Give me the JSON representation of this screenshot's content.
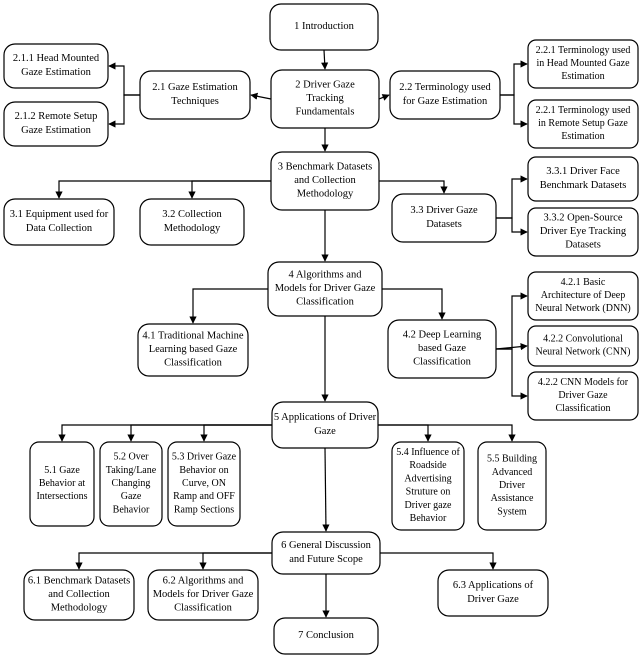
{
  "diagram": {
    "title": "Driver Gaze Survey Paper Organization Flowchart",
    "type": "flowchart",
    "background_color": "#ffffff",
    "line_color": "#000000",
    "box_fill": "#ffffff",
    "nodes": [
      {
        "id": "n1",
        "label": "1 Introduction",
        "lines": [
          "1 Introduction"
        ]
      },
      {
        "id": "n2",
        "label": "2 Driver Gaze Tracking Fundamentals",
        "lines": [
          "2 Driver Gaze",
          "Tracking",
          "Fundamentals"
        ]
      },
      {
        "id": "n21",
        "label": "2.1 Gaze Estimation Techniques",
        "lines": [
          "2.1 Gaze Estimation",
          "Techniques"
        ]
      },
      {
        "id": "n211",
        "label": "2.1.1 Head Mounted Gaze Estimation",
        "lines": [
          "2.1.1 Head Mounted",
          "Gaze Estimation"
        ]
      },
      {
        "id": "n212",
        "label": "2.1.2 Remote Setup Gaze Estimation",
        "lines": [
          "2.1.2 Remote Setup",
          "Gaze Estimation"
        ]
      },
      {
        "id": "n22",
        "label": "2.2 Terminology used for Gaze Estimation",
        "lines": [
          "2.2 Terminology used",
          "for Gaze Estimation"
        ]
      },
      {
        "id": "n221a",
        "label": "2.2.1 Terminology used in Head Mounted Gaze Estimation",
        "lines": [
          "2.2.1 Terminology used",
          "in Head Mounted Gaze",
          "Estimation"
        ]
      },
      {
        "id": "n221b",
        "label": "2.2.1 Terminology used in Remote Setup Gaze Estimation",
        "lines": [
          "2.2.1 Terminology used",
          "in Remote Setup Gaze",
          "Estimation"
        ]
      },
      {
        "id": "n3",
        "label": "3 Benchmark Datasets and Collection Methodology",
        "lines": [
          "3 Benchmark Datasets",
          "and Collection",
          "Methodology"
        ]
      },
      {
        "id": "n31",
        "label": "3.1 Equipment used for Data Collection",
        "lines": [
          "3.1 Equipment used for",
          "Data Collection"
        ]
      },
      {
        "id": "n32",
        "label": "3.2 Collection Methodology",
        "lines": [
          "3.2 Collection",
          "Methodology"
        ]
      },
      {
        "id": "n33",
        "label": "3.3 Driver Gaze Datasets",
        "lines": [
          "3.3 Driver Gaze",
          "Datasets"
        ]
      },
      {
        "id": "n331",
        "label": "3.3.1 Driver Face Benchmark Datasets",
        "lines": [
          "3.3.1 Driver Face",
          "Benchmark Datasets"
        ]
      },
      {
        "id": "n332",
        "label": "3.3.2 Open-Source Driver Eye Tracking Datasets",
        "lines": [
          "3.3.2 Open-Source",
          "Driver Eye Tracking",
          "Datasets"
        ]
      },
      {
        "id": "n4",
        "label": "4 Algorithms and Models for Driver Gaze Classification",
        "lines": [
          "4 Algorithms and",
          "Models for Driver Gaze",
          "Classification"
        ]
      },
      {
        "id": "n41",
        "label": "4.1 Traditional Machine Learning based Gaze Classification",
        "lines": [
          "4.1 Traditional Machine",
          "Learning based Gaze",
          "Classification"
        ]
      },
      {
        "id": "n42",
        "label": "4.2 Deep Learning based Gaze Classification",
        "lines": [
          "4.2 Deep Learning",
          "based Gaze",
          "Classification"
        ]
      },
      {
        "id": "n421",
        "label": "4.2.1  Basic Architecture of Deep Neural Network (DNN)",
        "lines": [
          "4.2.1  Basic",
          "Architecture of Deep",
          "Neural Network (DNN)"
        ]
      },
      {
        "id": "n422a",
        "label": "4.2.2  Convolutional Neural Network (CNN)",
        "lines": [
          "4.2.2  Convolutional",
          "Neural Network (CNN)"
        ]
      },
      {
        "id": "n422b",
        "label": "4.2.2  CNN Models for Driver Gaze Classification",
        "lines": [
          "4.2.2  CNN Models for",
          "Driver Gaze",
          "Classification"
        ]
      },
      {
        "id": "n5",
        "label": "5 Applications of Driver Gaze",
        "lines": [
          "5 Applications of Driver",
          "Gaze"
        ]
      },
      {
        "id": "n51",
        "label": "5.1 Gaze Behavior at Intersections",
        "lines": [
          "5.1 Gaze",
          "Behavior at",
          "Intersections"
        ]
      },
      {
        "id": "n52",
        "label": "5.2 Over Taking/Lane Changing Gaze Behavior",
        "lines": [
          "5.2 Over",
          "Taking/Lane",
          "Changing",
          "Gaze",
          "Behavior"
        ]
      },
      {
        "id": "n53",
        "label": "5.3 Driver Gaze Behavior on Curve, ON Ramp and OFF Ramp Sections",
        "lines": [
          "5.3 Driver Gaze",
          "Behavior on",
          "Curve, ON",
          "Ramp and OFF",
          "Ramp Sections"
        ]
      },
      {
        "id": "n54",
        "label": "5.4 Influence of Roadside Advertising Struture on Driver gaze Behavior",
        "lines": [
          "5.4 Influence of",
          "Roadside",
          "Advertising",
          "Struture on",
          "Driver gaze",
          "Behavior"
        ]
      },
      {
        "id": "n55",
        "label": "5.5 Building Advanced Driver Assistance System",
        "lines": [
          "5.5 Building",
          "Advanced",
          "Driver",
          "Assistance",
          "System"
        ]
      },
      {
        "id": "n6",
        "label": "6 General Discussion and Future Scope",
        "lines": [
          "6 General Discussion",
          "and Future Scope"
        ]
      },
      {
        "id": "n61",
        "label": "6.1 Benchmark Datasets and Collection Methodology",
        "lines": [
          "6.1 Benchmark Datasets",
          "and Collection",
          "Methodology"
        ]
      },
      {
        "id": "n62",
        "label": "6.2 Algorithms and Models for Driver Gaze Classification",
        "lines": [
          "6.2 Algorithms and",
          "Models for Driver Gaze",
          "Classification"
        ]
      },
      {
        "id": "n63",
        "label": "6.3 Applications of Driver Gaze",
        "lines": [
          "6.3 Applications of",
          "Driver Gaze"
        ]
      },
      {
        "id": "n7",
        "label": "7 Conclusion",
        "lines": [
          "7 Conclusion"
        ]
      }
    ],
    "edges": [
      {
        "from": "n1",
        "to": "n2"
      },
      {
        "from": "n2",
        "to": "n21"
      },
      {
        "from": "n2",
        "to": "n22"
      },
      {
        "from": "n21",
        "to": "n211"
      },
      {
        "from": "n21",
        "to": "n212"
      },
      {
        "from": "n22",
        "to": "n221a"
      },
      {
        "from": "n22",
        "to": "n221b"
      },
      {
        "from": "n2",
        "to": "n3"
      },
      {
        "from": "n3",
        "to": "n31"
      },
      {
        "from": "n3",
        "to": "n32"
      },
      {
        "from": "n3",
        "to": "n33"
      },
      {
        "from": "n33",
        "to": "n331"
      },
      {
        "from": "n33",
        "to": "n332"
      },
      {
        "from": "n3",
        "to": "n4"
      },
      {
        "from": "n4",
        "to": "n41"
      },
      {
        "from": "n4",
        "to": "n42"
      },
      {
        "from": "n42",
        "to": "n421"
      },
      {
        "from": "n42",
        "to": "n422a"
      },
      {
        "from": "n42",
        "to": "n422b"
      },
      {
        "from": "n4",
        "to": "n5"
      },
      {
        "from": "n5",
        "to": "n51"
      },
      {
        "from": "n5",
        "to": "n52"
      },
      {
        "from": "n5",
        "to": "n53"
      },
      {
        "from": "n5",
        "to": "n54"
      },
      {
        "from": "n5",
        "to": "n55"
      },
      {
        "from": "n5",
        "to": "n6"
      },
      {
        "from": "n6",
        "to": "n61"
      },
      {
        "from": "n6",
        "to": "n62"
      },
      {
        "from": "n6",
        "to": "n63"
      },
      {
        "from": "n6",
        "to": "n7"
      }
    ]
  }
}
